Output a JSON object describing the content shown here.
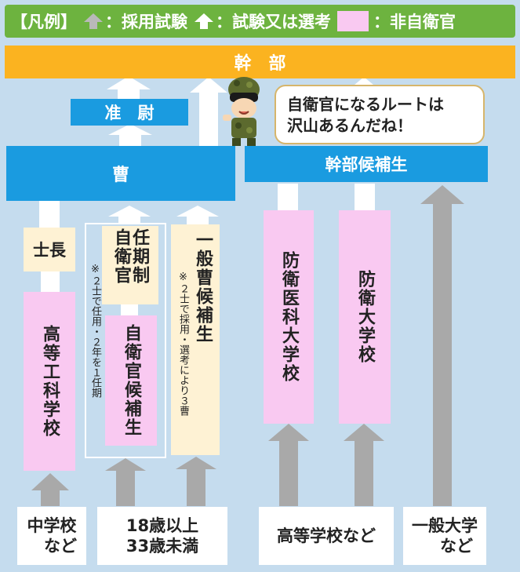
{
  "legend": {
    "prefix": "【凡例】",
    "gray_label": "：採用試験",
    "white_label": "：試験又は選考",
    "pink_label": "：非自衛官"
  },
  "nodes": {
    "kanbu": "幹　部",
    "junii": "准　尉",
    "so": "曹",
    "kanbu_kohosei": "幹部候補生",
    "shicho": "士長",
    "ninkisei": "任期制自衛官",
    "ippan_so_kohosei": "一般曹候補生",
    "koto_koka": "高等工科学校",
    "jieikan_kohosei": "自衛官候補生",
    "boei_ika": "防衛医科大学校",
    "boei_dai": "防衛大学校"
  },
  "notes": {
    "ninki_note": "※２士で任用・２年を１任期",
    "ippan_note": "※２士で採用・選考により３曹"
  },
  "bubble": {
    "line1": "自衛官になるルートは",
    "line2": "沢山あるんだね！"
  },
  "bottom": {
    "chugakko": [
      "中学校",
      "など"
    ],
    "age": [
      "18歳以上",
      "33歳未満"
    ],
    "kotogakko": "高等学校など",
    "ippan_daigaku": [
      "一般大学",
      "など"
    ]
  },
  "colors": {
    "background": "#c5dcee",
    "legend_green": "#6db33f",
    "kanbu_orange": "#fbb320",
    "blue": "#1a9be0",
    "pink": "#f9c9f1",
    "cream": "#fef2d4",
    "gray_arrow": "#a9a9a9"
  }
}
